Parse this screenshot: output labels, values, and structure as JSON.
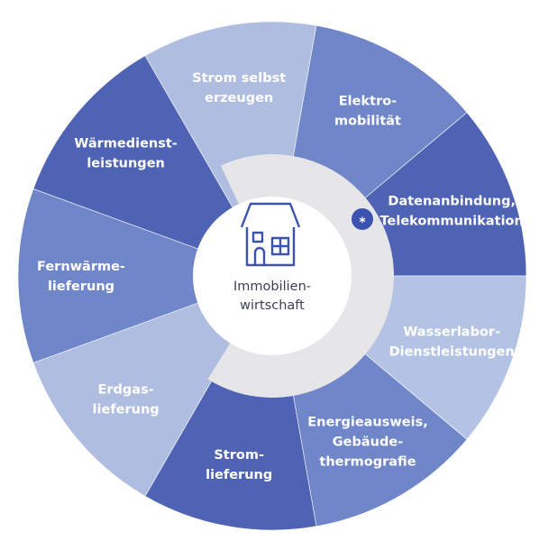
{
  "diagram": {
    "center": {
      "lines": [
        "Immobilien-",
        "wirtschaft"
      ]
    },
    "badge": "*",
    "segments": [
      {
        "lines": [
          "Wärmedienst-",
          "leistungen"
        ],
        "color": "#4e63b4"
      },
      {
        "lines": [
          "Strom selbst",
          "erzeugen"
        ],
        "color": "#aebde0"
      },
      {
        "lines": [
          "Elektro-",
          "mobilität"
        ],
        "color": "#6f86c8"
      },
      {
        "lines": [
          "Datenanbindung,",
          "Telekommunikation"
        ],
        "color": "#4e63b4"
      },
      {
        "lines": [
          "Wasserlabor-",
          "Dienstleistungen"
        ],
        "color": "#b4c3e4"
      },
      {
        "lines": [
          "Energieausweis,",
          "Gebäude-",
          "thermografie"
        ],
        "color": "#6f86c8"
      },
      {
        "lines": [
          "Strom-",
          "lieferung"
        ],
        "color": "#4e63b4"
      },
      {
        "lines": [
          "Erdgas-",
          "lieferung"
        ],
        "color": "#aebde0"
      },
      {
        "lines": [
          "Fernwärme-",
          "lieferung"
        ],
        "color": "#6f86c8"
      }
    ],
    "colors": {
      "ring": "#e6e6e8",
      "hub": "#ffffff",
      "icon": "#3d52b0",
      "center_text": "#3a4256",
      "badge": "#3d52b0"
    },
    "icon": "house-icon"
  }
}
